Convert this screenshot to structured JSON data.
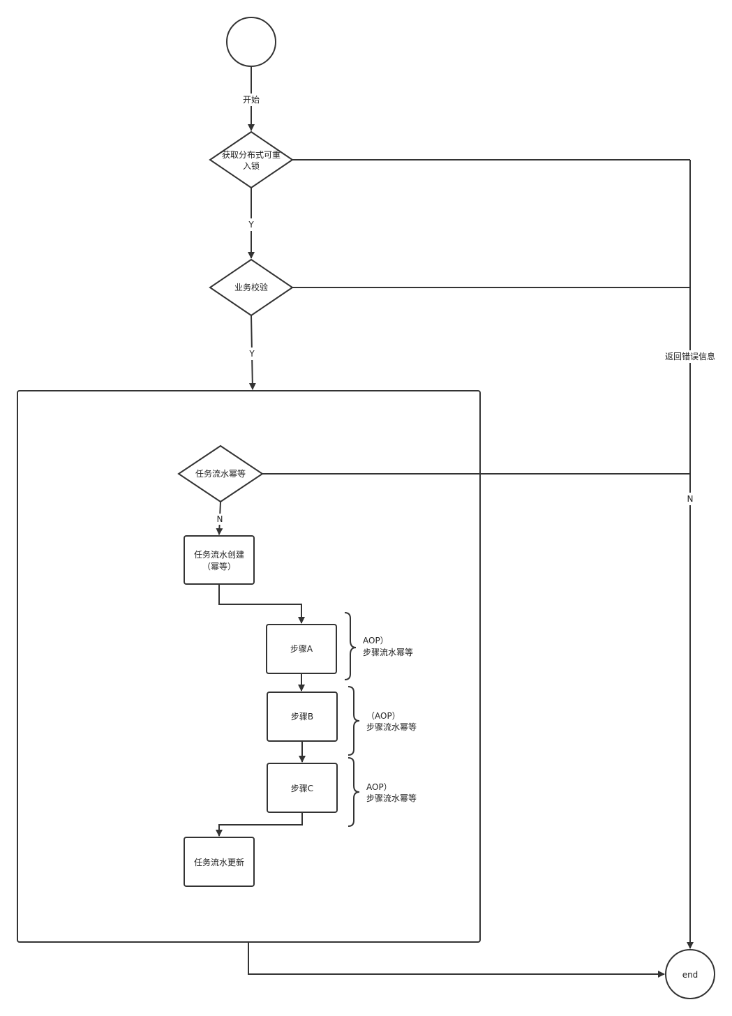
{
  "nodes": {
    "start_label": "开始",
    "lock": [
      "获取分布式可重",
      "入锁"
    ],
    "validate": "业务校验",
    "idempotent": "任务流水幂等",
    "create": [
      "任务流水创建",
      "（幂等）"
    ],
    "step_a": "步骤A",
    "step_b": "步骤B",
    "step_c": "步骤C",
    "update": "任务流水更新",
    "end": "end"
  },
  "annotations": {
    "a": [
      "AOP）",
      "步骤流水幂等"
    ],
    "b": [
      "（AOP）",
      "步骤流水幂等"
    ],
    "c": [
      "AOP）",
      "步骤流水幂等"
    ]
  },
  "edges": {
    "yes1": "Y",
    "yes2": "Y",
    "no_idem": "N",
    "no_right": "N",
    "error": "返回错误信息"
  }
}
